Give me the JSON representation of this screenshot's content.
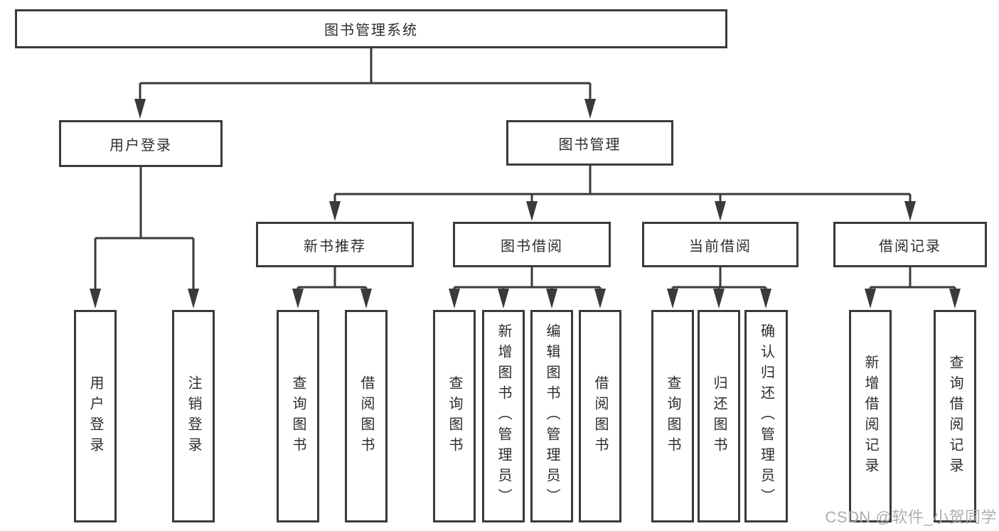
{
  "colors": {
    "line": "#3a3a3a",
    "box_border": "#3a3a3a",
    "box_fill": "#ffffff",
    "text": "#2d2d2d",
    "background": "#ffffff",
    "watermark": "#aeaeae"
  },
  "nodes": {
    "root": {
      "label": "图书管理系统"
    },
    "user_login": {
      "label": "用户登录"
    },
    "book_management": {
      "label": "图书管理"
    },
    "new_book_recommend": {
      "label": "新书推荐"
    },
    "book_borrowing": {
      "label": "图书借阅"
    },
    "current_borrowing": {
      "label": "当前借阅"
    },
    "borrowing_records": {
      "label": "借阅记录"
    },
    "user_login_leaf": {
      "label": "用户登录"
    },
    "logout_leaf": {
      "label": "注销登录"
    },
    "nbr_query_books": {
      "label": "查询图书"
    },
    "nbr_borrow_books": {
      "label": "借阅图书"
    },
    "bb_query_books": {
      "label": "查询图书"
    },
    "bb_add_books": {
      "label": "新增图书（管理员）"
    },
    "bb_edit_books": {
      "label": "编辑图书（管理员）"
    },
    "bb_borrow_books": {
      "label": "借阅图书"
    },
    "cb_query_books": {
      "label": "查询图书"
    },
    "cb_return_books": {
      "label": "归还图书"
    },
    "cb_confirm_return": {
      "label": "确认归还（管理员）"
    },
    "br_add_record": {
      "label": "新增借阅记录"
    },
    "br_query_record": {
      "label": "查询借阅记录"
    }
  },
  "structure": {
    "root": "图书管理系统",
    "branches": [
      {
        "label": "用户登录",
        "children": [
          "用户登录",
          "注销登录"
        ]
      },
      {
        "label": "图书管理",
        "children": [
          {
            "label": "新书推荐",
            "children": [
              "查询图书",
              "借阅图书"
            ]
          },
          {
            "label": "图书借阅",
            "children": [
              "查询图书",
              "新增图书（管理员）",
              "编辑图书（管理员）",
              "借阅图书"
            ]
          },
          {
            "label": "当前借阅",
            "children": [
              "查询图书",
              "归还图书",
              "确认归还（管理员）"
            ]
          },
          {
            "label": "借阅记录",
            "children": [
              "新增借阅记录",
              "查询借阅记录"
            ]
          }
        ]
      }
    ]
  },
  "watermark": {
    "text": "CSDN @软件_小贺同学"
  }
}
